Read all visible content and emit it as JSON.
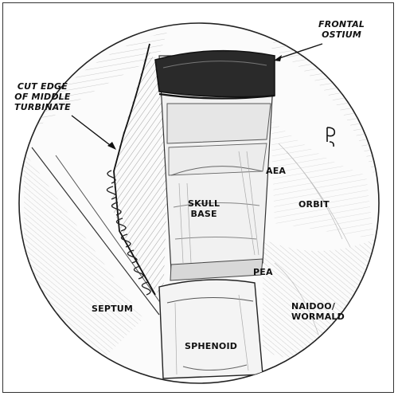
{
  "labels": {
    "frontal_ostium": "FRONTAL\nOSTIUM",
    "cut_edge": "CUT EDGE\nOF MIDDLE\nTURBINATE",
    "aea": "AEA",
    "skull_base": "SKULL\nBASE",
    "orbit": "ORBIT",
    "pea": "PEA",
    "septum": "SEPTUM",
    "naidoo": "NAIDOO/\nWORMALD",
    "sphenoid": "SPHENOID"
  },
  "signature": "P"
}
